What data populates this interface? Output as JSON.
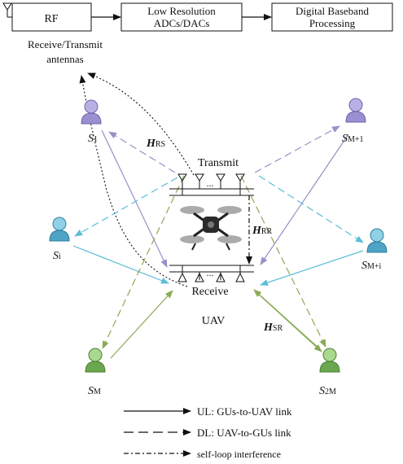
{
  "blocks": {
    "rf": "RF",
    "adc_line1": "Low Resolution",
    "adc_line2": "ADCs/DACs",
    "dbb_line1": "Digital Baseband",
    "dbb_line2": "Processing"
  },
  "antenna_caption": {
    "line1": "Receive/Transmit",
    "line2": "antennas"
  },
  "uav": {
    "transmit_label": "Transmit",
    "receive_label": "Receive",
    "uav_label": "UAV",
    "ellipsis_top": "...",
    "ellipsis_bottom": "..."
  },
  "channels": {
    "hrs": {
      "main": "H",
      "sub": "RS"
    },
    "hrr": {
      "main": "H",
      "sub": "RR"
    },
    "hsr": {
      "main": "H",
      "sub": "SR"
    }
  },
  "users": {
    "s1": {
      "main": "S",
      "sub": "1"
    },
    "sm1": {
      "main": "S",
      "sub": "M+1"
    },
    "si": {
      "main": "S",
      "sub": "i"
    },
    "smi": {
      "main": "S",
      "sub": "M+i"
    },
    "sm": {
      "main": "S",
      "sub": "M"
    },
    "s2m": {
      "main": "S",
      "sub": "2M"
    }
  },
  "legend": {
    "ul": "UL: GUs-to-UAV link",
    "dl": "DL: UAV-to-GUs link",
    "self": "self-loop interference"
  },
  "colors": {
    "purple_user": "#9a8fd0",
    "purple_link": "#9a8fc8",
    "blue_user": "#4fa3c4",
    "blue_link": "#5bbdd6",
    "green_user": "#6aa84f",
    "green_link": "#8aaa55",
    "black": "#111111"
  }
}
